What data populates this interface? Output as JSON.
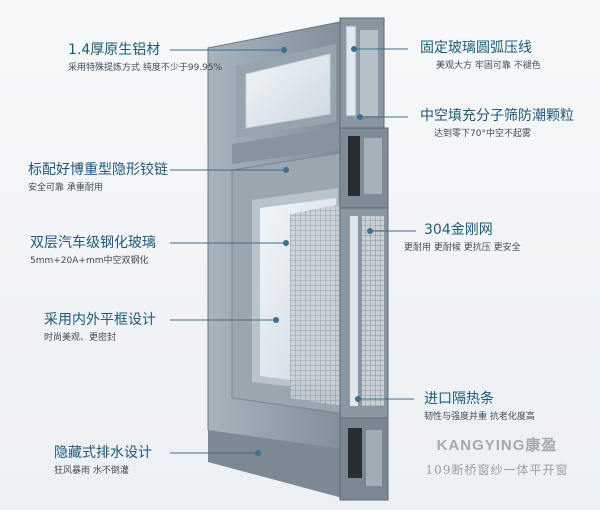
{
  "callouts_left": [
    {
      "title": "1.4厚原生铝材",
      "sub": "采用特殊提炼方式 纯度不少于99.95%"
    },
    {
      "title": "标配好博重型隐形铰链",
      "sub": "安全可靠 承重耐用"
    },
    {
      "title": "双层汽车级钢化玻璃",
      "sub": "5mm+20A+mm中空双钢化"
    },
    {
      "title": "采用内外平框设计",
      "sub": "时尚美观、更密封"
    },
    {
      "title": "隐藏式排水设计",
      "sub": "狂风暴雨 水不倒灌"
    }
  ],
  "callouts_right": [
    {
      "title": "固定玻璃圆弧压线",
      "sub": "美观大方 牢固可靠 不褪色"
    },
    {
      "title": "中空填充分子筛防潮颗粒",
      "sub": "达到零下70°中空不起雾"
    },
    {
      "title": "304金刚网",
      "sub": "更耐用 更耐候 更抗压 更安全"
    },
    {
      "title": "进口隔热条",
      "sub": "韧性与强度并重 抗老化度高"
    }
  ],
  "brand": {
    "name": "KANGYING康盈",
    "slogan": "109断桥窗纱一体平开窗"
  },
  "colors": {
    "frame": "#8d9aa6",
    "frame_dark": "#6c7884",
    "glass": "#dfe8ee",
    "label_title": "#1f5a78"
  }
}
